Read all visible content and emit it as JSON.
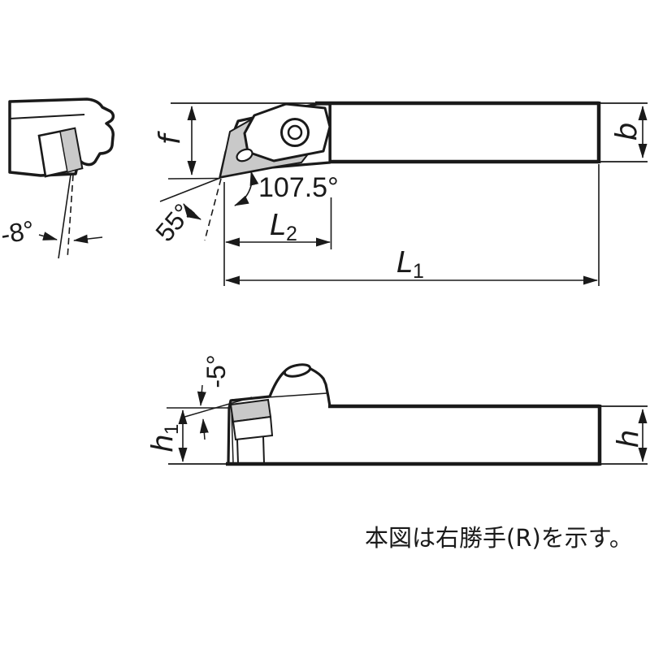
{
  "colors": {
    "line": "#1a1a1a",
    "insert_fill": "#c9c9c9",
    "background": "#ffffff"
  },
  "end_view": {
    "rake_angle": "-8°"
  },
  "top_view": {
    "approach_angle": "107.5°",
    "insert_included_angle": "55°",
    "dim_head_offset": "f",
    "dim_shank_width": "b",
    "dim_head_length": {
      "base": "L",
      "sub": "2"
    },
    "dim_overall_length": {
      "base": "L",
      "sub": "1"
    }
  },
  "side_view": {
    "back_rake_angle": "-5°",
    "dim_head_height": {
      "base": "h",
      "sub": "1"
    },
    "dim_shank_height": "h"
  },
  "note": {
    "text": "本図は右勝手(R)を示す。"
  }
}
